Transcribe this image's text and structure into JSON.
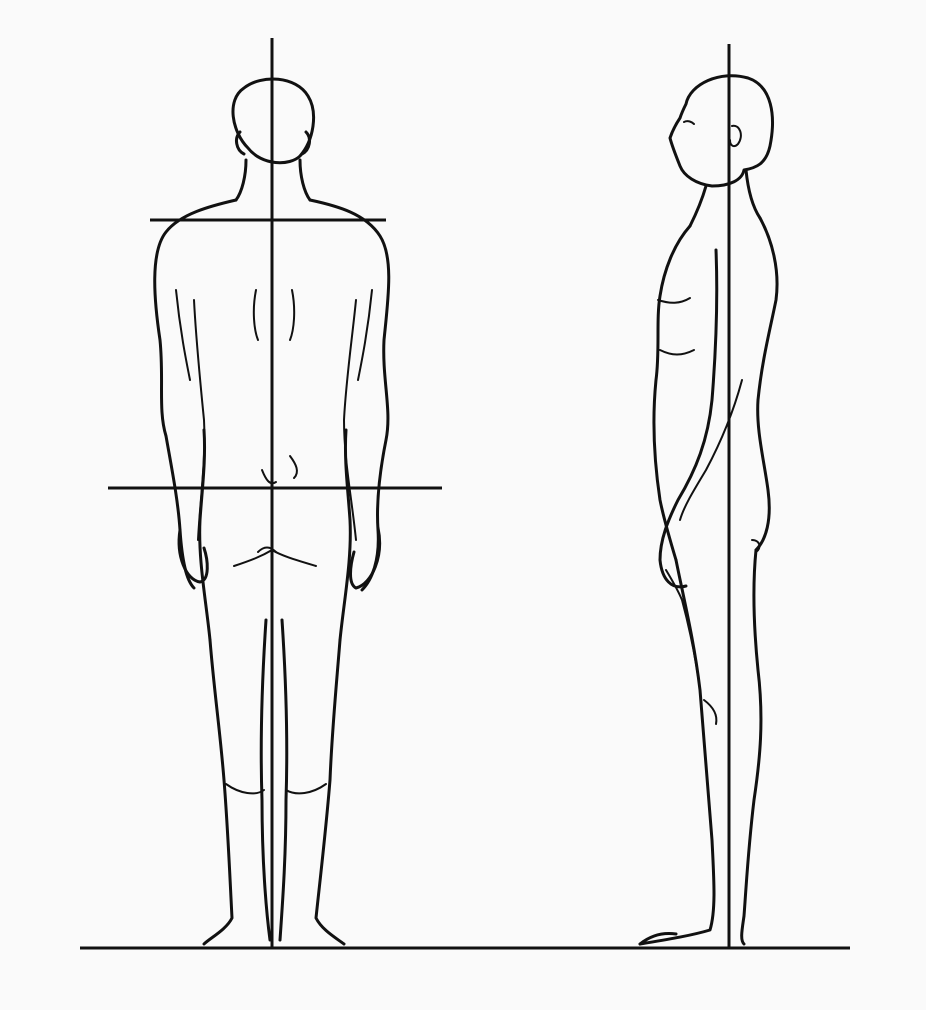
{
  "colors": {
    "background": "#fafafa",
    "ink": "#111111"
  },
  "figures": [
    {
      "id": "posterior-view",
      "view": "back"
    },
    {
      "id": "lateral-view",
      "view": "side"
    }
  ],
  "reference_lines": [
    "plumb-line-posterior",
    "plumb-line-lateral",
    "shoulder-level-line",
    "pelvic-level-line",
    "floor-line"
  ]
}
